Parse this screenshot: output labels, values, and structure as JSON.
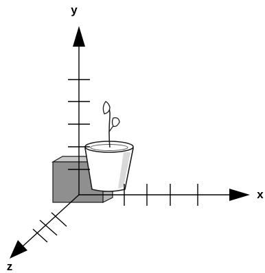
{
  "axes": {
    "x_label": "x",
    "y_label": "y",
    "z_label": "z"
  },
  "colors": {
    "axis": "#000000",
    "box_front": "#8f8f8f",
    "box_side": "#b5b5b5",
    "pot": "#ffffff",
    "outline": "#1a1a1a"
  },
  "objects": {
    "box": "gray-cube",
    "plant": "potted-seedling"
  }
}
